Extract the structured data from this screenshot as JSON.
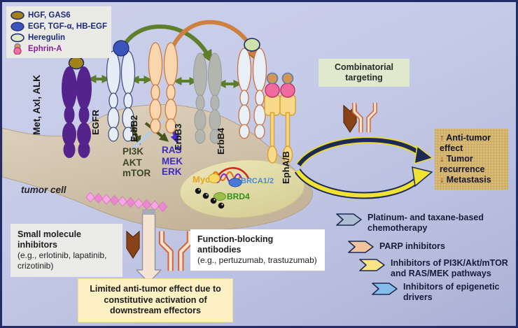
{
  "ligand_legend": {
    "items": [
      {
        "label": "HGF, GAS6"
      },
      {
        "label": "EGF, TGF-α, HB-EGF"
      },
      {
        "label": "Heregulin"
      },
      {
        "label": "Ephrin-A"
      }
    ]
  },
  "receptors": {
    "met_axl_alk": "Met, Axl, ALK",
    "egfr": "EGFR",
    "erbb2": "ErbB2",
    "erbb3": "ErbB3",
    "erbb4": "ErbB4",
    "epha_b": "EphA/B"
  },
  "pathways": {
    "pi3k": "PI3K",
    "akt": "AKT",
    "mtor": "mTOR",
    "ras": "RAS",
    "mek": "MEK",
    "erk": "ERK"
  },
  "cell_label": "tumor cell",
  "nucleus": {
    "myc": "Myc",
    "brca": "BRCA1/2",
    "brd4": "BRD4"
  },
  "combinatorial_box": {
    "label": "Combinatorial targeting"
  },
  "outcome_box": {
    "items": [
      {
        "arrow": "↑",
        "text": "Anti-tumor effect"
      },
      {
        "arrow": "↓",
        "text": "Tumor recurrence"
      },
      {
        "arrow": "↓",
        "text": "Metastasis"
      }
    ]
  },
  "small_molecule_box": {
    "title": "Small molecule inhibitors",
    "subtitle": "(e.g., erlotinib, lapatinib, crizotinib)"
  },
  "function_blocking_box": {
    "title": "Function-blocking antibodies",
    "subtitle": "(e.g., pertuzumab, trastuzumab)"
  },
  "limited_effect_box": {
    "text": "Limited anti-tumor effect due to constitutive activation of downstream effectors"
  },
  "therapy_legend": {
    "items": [
      {
        "label": "Platinum- and taxane-based chemotherapy",
        "color": "#aebdd3"
      },
      {
        "label": "PARP inhibitors",
        "color": "#f2c49e"
      },
      {
        "label": "Inhibitors of PI3K/Akt/mTOR and RAS/MEK pathways",
        "color": "#fbe388"
      },
      {
        "label": "Inhibitors of epigenetic drivers",
        "color": "#85bcec"
      }
    ]
  },
  "colors": {
    "ligand_hgf": "#a08218",
    "ligand_egf": "#3b55bd",
    "ligand_heregulin": "#dfe9cd",
    "ligand_ephrin_top": "#e09a58",
    "ligand_ephrin_bottom": "#f272a2",
    "receptor_met": "#55238c",
    "receptor_egfr": "#e7edf7",
    "receptor_erbb2": "#f9d6ae",
    "receptor_erbb3": "#b3b5af",
    "receptor_erbb4": "#e9eff7",
    "receptor_eph": "#f9d98a"
  }
}
